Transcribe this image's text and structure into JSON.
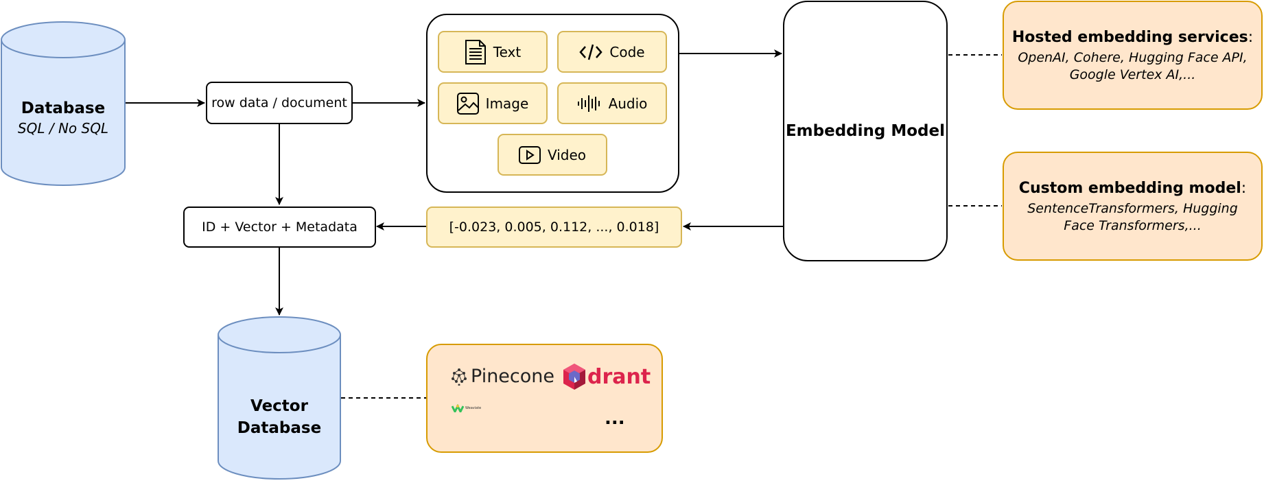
{
  "source_db": {
    "title": "Database",
    "subtitle": "SQL / No SQL"
  },
  "row_data": {
    "label": "row data / document"
  },
  "modalities": {
    "text": "Text",
    "code": "Code",
    "image": "Image",
    "audio": "Audio",
    "video": "Video"
  },
  "embedding_model": {
    "label": "Embedding Model"
  },
  "hosted": {
    "title": "Hosted embedding services",
    "colon": ":",
    "line1": "OpenAI, Cohere, Hugging Face API,",
    "line2": "Google Vertex AI,..."
  },
  "custom": {
    "title": "Custom embedding model",
    "colon": ":",
    "line1": "SentenceTransformers, Hugging",
    "line2": "Face Transformers,..."
  },
  "vector_values": {
    "label": "[-0.023, 0.005, 0.112, ..., 0.018]"
  },
  "record": {
    "label": "ID + Vector + Metadata"
  },
  "vector_db": {
    "line1": "Vector",
    "line2": "Database"
  },
  "providers": {
    "pinecone": "Pinecone",
    "qdrant": "drant",
    "weaviate": "Weaviate",
    "more": "..."
  },
  "colors": {
    "cylinder_fill": "#dae8fc",
    "cylinder_stroke": "#6c8ebf",
    "chip_fill": "#fff2cc",
    "chip_stroke": "#d6b656",
    "callout_fill": "#ffe6cc",
    "callout_stroke": "#d79b00",
    "qdrant_red": "#dc244c"
  }
}
